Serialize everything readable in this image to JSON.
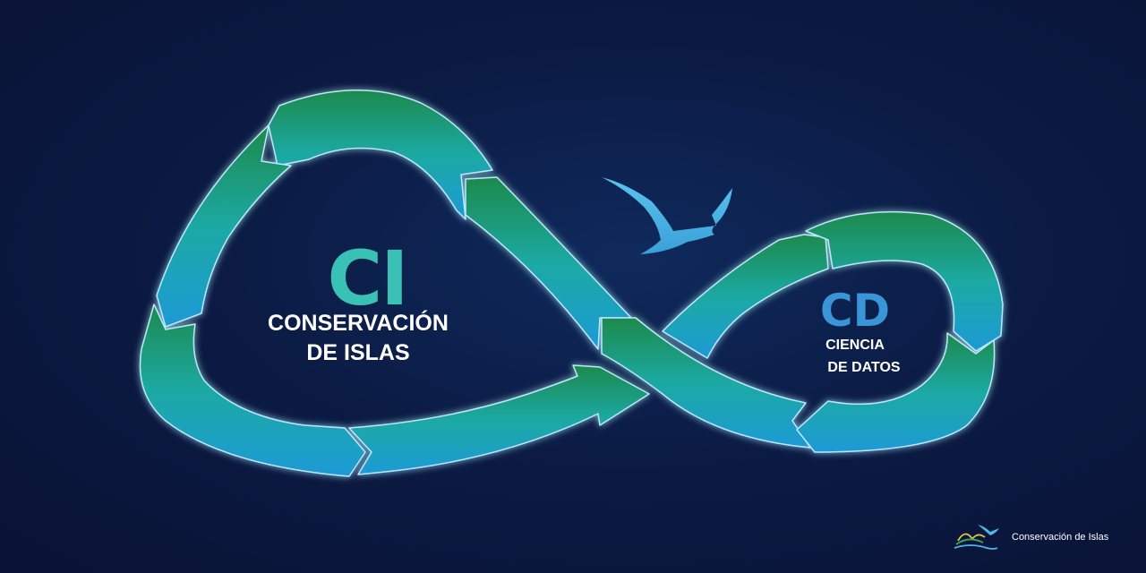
{
  "loop_left": {
    "acronym": "CI",
    "line1": "CONSERVACIÓN",
    "line2": "DE ISLAS"
  },
  "loop_right": {
    "acronym": "CD",
    "line1": "CIENCIA",
    "line2": "DE DATOS"
  },
  "brand": {
    "name": "Conservación de Islas"
  },
  "icons": [
    "bird-icon",
    "brand-logo-icon"
  ],
  "colors": {
    "background": "#0b1b44",
    "arrow_green": "#1f8a4c",
    "arrow_teal": "#1fa9a4",
    "arrow_blue": "#1a9ad6",
    "ci_accent": "#38c1b4",
    "cd_accent": "#3a95d8",
    "bird": "#4fb8ea"
  }
}
